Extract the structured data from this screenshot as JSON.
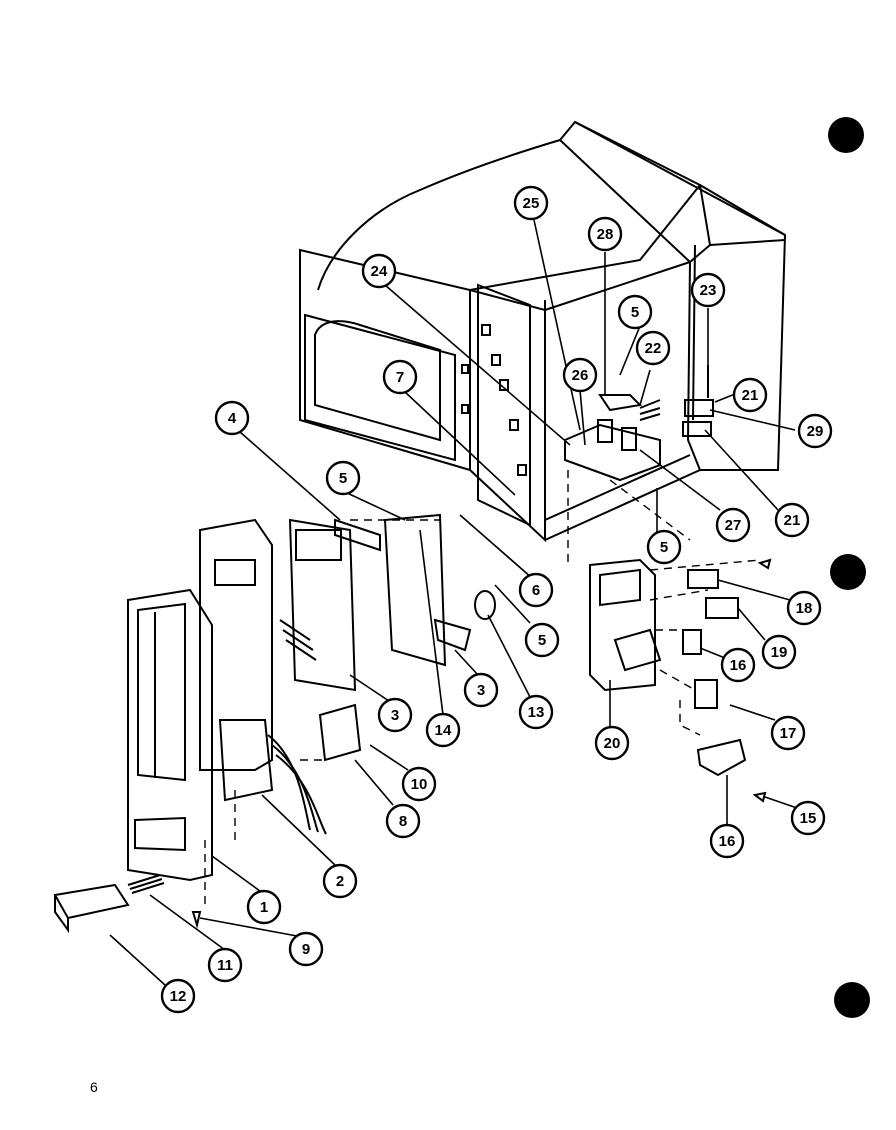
{
  "diagram": {
    "page_marker": "6",
    "callouts": [
      "1",
      "2",
      "3",
      "3",
      "4",
      "5",
      "5",
      "5",
      "5",
      "6",
      "7",
      "8",
      "9",
      "10",
      "11",
      "12",
      "13",
      "14",
      "15",
      "16",
      "16",
      "17",
      "18",
      "19",
      "20",
      "21",
      "21",
      "22",
      "23",
      "24",
      "25",
      "26",
      "27",
      "28",
      "29"
    ]
  },
  "colors": {
    "ink": "#000000",
    "paper": "#ffffff"
  }
}
